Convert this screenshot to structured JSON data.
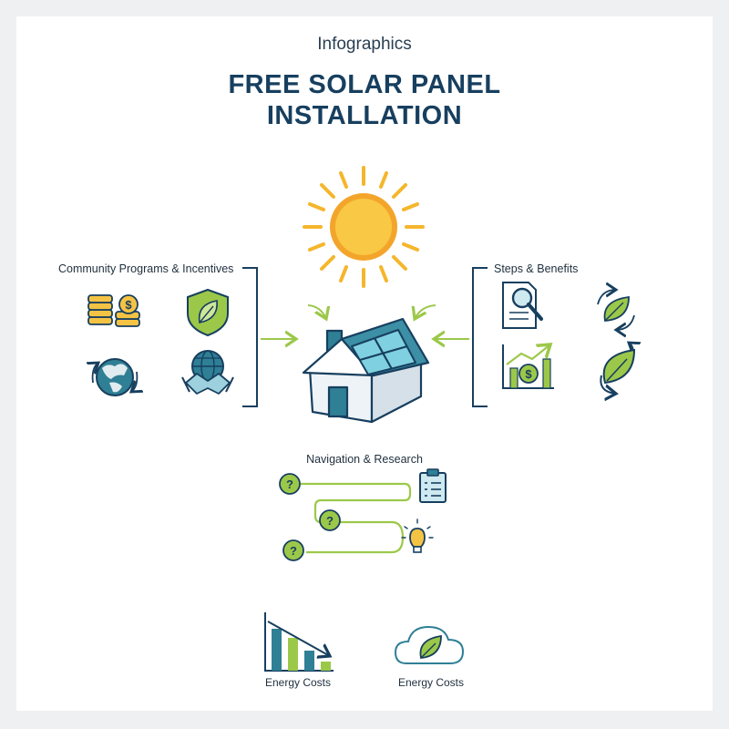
{
  "header": {
    "subtitle": "Infographics",
    "title_line1": "FREE SOLAR PANEL",
    "title_line2": "INSTALLATION"
  },
  "left_panel": {
    "label": "Community Programs & Incentives",
    "icons": [
      "coins-dollar-icon",
      "shield-leaf-icon",
      "globe-arrows-icon",
      "globe-handshake-icon"
    ]
  },
  "right_panel": {
    "label": "Steps & Benefits",
    "icons": [
      "document-search-icon",
      "leaf-cycle-icon",
      "growth-chart-dollar-icon",
      "leaf-refresh-icon"
    ]
  },
  "navigation": {
    "label": "Navigation & Research",
    "icons": [
      "question-icon",
      "clipboard-checklist-icon",
      "question-icon",
      "lightbulb-icon",
      "question-icon"
    ]
  },
  "footer": {
    "items": [
      {
        "label": "Energy Costs",
        "icon": "declining-bar-chart-icon"
      },
      {
        "label": "Energy Costs",
        "icon": "cloud-leaf-icon"
      }
    ]
  },
  "colors": {
    "navy": "#173f5f",
    "teal": "#2f7f95",
    "green": "#9cc84a",
    "gold": "#f5c343",
    "sun": "#f3a52b"
  }
}
